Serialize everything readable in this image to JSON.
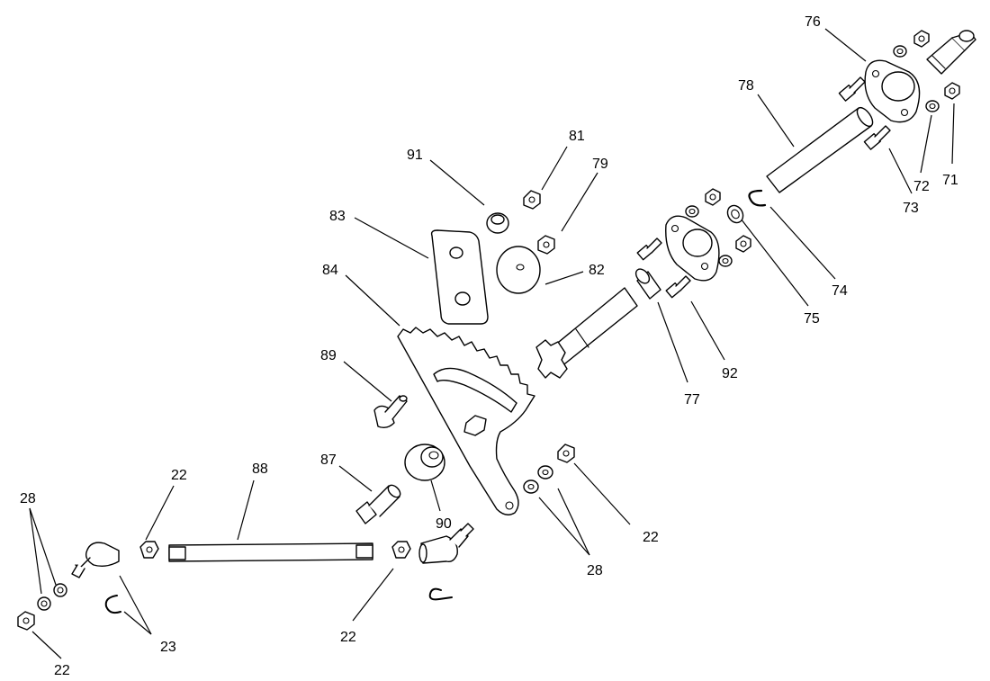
{
  "diagram": {
    "callouts": [
      {
        "id": "c76",
        "text": "76"
      },
      {
        "id": "c78",
        "text": "78"
      },
      {
        "id": "c71",
        "text": "71"
      },
      {
        "id": "c72",
        "text": "72"
      },
      {
        "id": "c73",
        "text": "73"
      },
      {
        "id": "c74",
        "text": "74"
      },
      {
        "id": "c75",
        "text": "75"
      },
      {
        "id": "c77",
        "text": "77"
      },
      {
        "id": "c92",
        "text": "92"
      },
      {
        "id": "c81",
        "text": "81"
      },
      {
        "id": "c91",
        "text": "91"
      },
      {
        "id": "c79",
        "text": "79"
      },
      {
        "id": "c83",
        "text": "83"
      },
      {
        "id": "c82",
        "text": "82"
      },
      {
        "id": "c84",
        "text": "84"
      },
      {
        "id": "c89",
        "text": "89"
      },
      {
        "id": "c87",
        "text": "87"
      },
      {
        "id": "c90",
        "text": "90"
      },
      {
        "id": "c88",
        "text": "88"
      },
      {
        "id": "c22a",
        "text": "22"
      },
      {
        "id": "c22b",
        "text": "22"
      },
      {
        "id": "c22c",
        "text": "22"
      },
      {
        "id": "c22d",
        "text": "22"
      },
      {
        "id": "c28a",
        "text": "28"
      },
      {
        "id": "c28b",
        "text": "28"
      },
      {
        "id": "c23",
        "text": "23"
      }
    ]
  }
}
